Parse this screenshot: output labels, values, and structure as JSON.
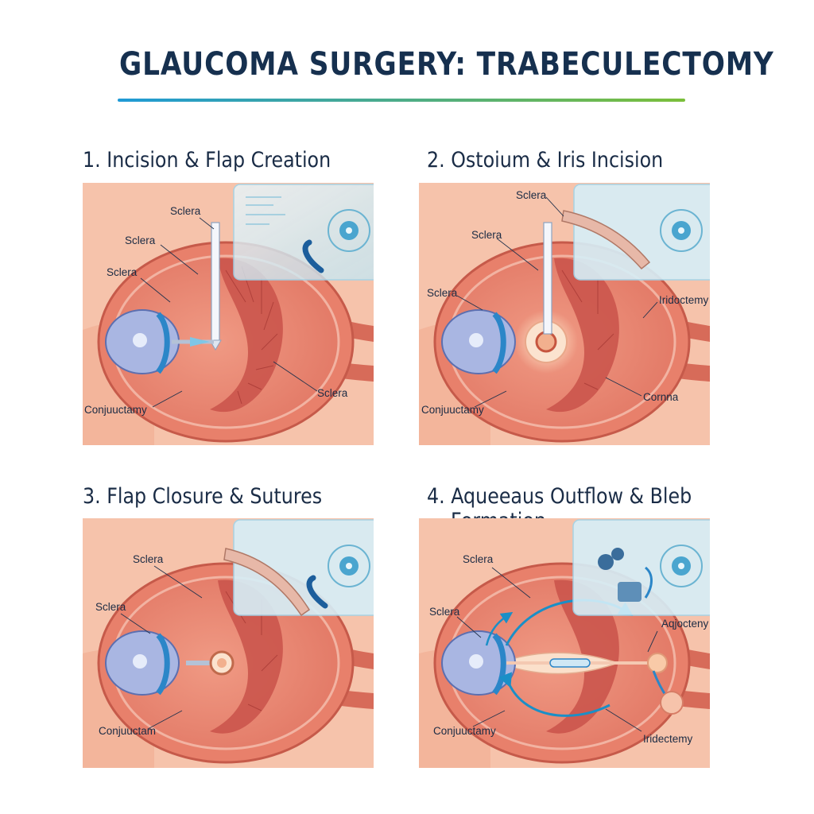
{
  "title": "GLAUCOMA SURGERY: TRABECULECTOMY",
  "colors": {
    "accent_start": "#1f9ad6",
    "accent_end": "#7bbf3a",
    "tissue": "#e9806c",
    "skin": "#f6c1a8",
    "iris": "#2b86c8"
  },
  "panels": [
    {
      "heading": "1. Incision & Flap Creation",
      "labels": [
        "Sclera",
        "Sclera",
        "Sclera",
        "Sclera",
        "Conjuuctamy"
      ]
    },
    {
      "heading": "2. Ostoium & Iris Incision",
      "labels": [
        "Sclera",
        "Sclera",
        "Sclera",
        "Iridoctemy",
        "Cornna",
        "Conjuuctamy"
      ]
    },
    {
      "heading": "3. Flap Closure & Sutures",
      "labels": [
        "Sclera",
        "Sclera",
        "Conjuuctam"
      ]
    },
    {
      "heading_line1": "4. Aqueeaus Outflow & Bleb",
      "heading_line2": "Formation",
      "labels": [
        "Sclera",
        "Sclera",
        "Aqjocteny",
        "Conjuuctamy",
        "Iridectemy"
      ]
    }
  ]
}
